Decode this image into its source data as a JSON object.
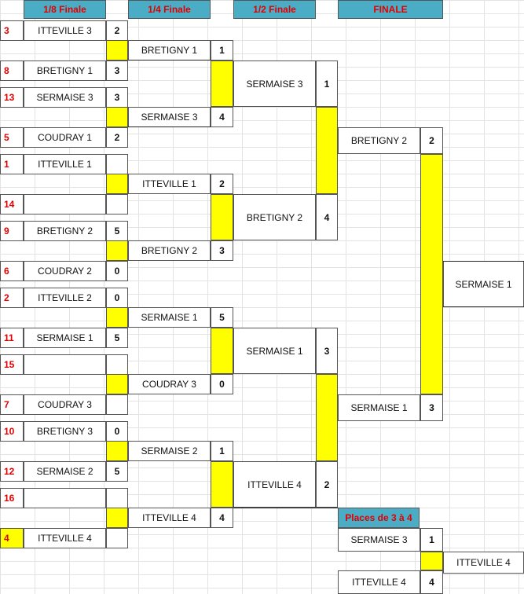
{
  "headers": [
    "1/8 Finale",
    "1/4 Finale",
    "1/2 Finale",
    "FINALE"
  ],
  "round_of_16": [
    {
      "seed": "3",
      "team": "ITTEVILLE 3",
      "score": "2"
    },
    {
      "seed": "8",
      "team": "BRETIGNY 1",
      "score": "3"
    },
    {
      "seed": "13",
      "team": "SERMAISE 3",
      "score": "3"
    },
    {
      "seed": "5",
      "team": "COUDRAY 1",
      "score": "2"
    },
    {
      "seed": "1",
      "team": "ITTEVILLE 1",
      "score": ""
    },
    {
      "seed": "14",
      "team": "",
      "score": ""
    },
    {
      "seed": "9",
      "team": "BRETIGNY 2",
      "score": "5"
    },
    {
      "seed": "6",
      "team": "COUDRAY 2",
      "score": "0"
    },
    {
      "seed": "2",
      "team": "ITTEVILLE 2",
      "score": "0"
    },
    {
      "seed": "11",
      "team": "SERMAISE 1",
      "score": "5"
    },
    {
      "seed": "15",
      "team": "",
      "score": ""
    },
    {
      "seed": "7",
      "team": "COUDRAY 3",
      "score": ""
    },
    {
      "seed": "10",
      "team": "BRETIGNY 3",
      "score": "0"
    },
    {
      "seed": "12",
      "team": "SERMAISE 2",
      "score": "5"
    },
    {
      "seed": "16",
      "team": "",
      "score": ""
    },
    {
      "seed": "4",
      "team": "ITTEVILLE 4",
      "score": ""
    }
  ],
  "quarter_finals": [
    {
      "team": "BRETIGNY 1",
      "score": "1"
    },
    {
      "team": "SERMAISE 3",
      "score": "4"
    },
    {
      "team": "ITTEVILLE 1",
      "score": "2"
    },
    {
      "team": "BRETIGNY 2",
      "score": "3"
    },
    {
      "team": "SERMAISE 1",
      "score": "5"
    },
    {
      "team": "COUDRAY 3",
      "score": "0"
    },
    {
      "team": "SERMAISE 2",
      "score": "1"
    },
    {
      "team": "ITTEVILLE 4",
      "score": "4"
    }
  ],
  "semi_finals": [
    {
      "team": "SERMAISE 3",
      "score": "1"
    },
    {
      "team": "BRETIGNY 2",
      "score": "4"
    },
    {
      "team": "SERMAISE 1",
      "score": "3"
    },
    {
      "team": "ITTEVILLE 4",
      "score": "2"
    }
  ],
  "final": [
    {
      "team": "BRETIGNY 2",
      "score": "2"
    },
    {
      "team": "SERMAISE 1",
      "score": "3"
    }
  ],
  "winner": "SERMAISE 1",
  "third_place": {
    "title": "Places de 3 à 4",
    "matches": [
      {
        "team": "SERMAISE 3",
        "score": "1"
      },
      {
        "team": "ITTEVILLE 4",
        "score": "4"
      }
    ],
    "winner": "ITTEVILLE 4"
  },
  "colors": {
    "header_bg": "#4bacc6",
    "header_text": "#e00000",
    "highlight": "#ffff00",
    "seed_text": "#e00000"
  }
}
